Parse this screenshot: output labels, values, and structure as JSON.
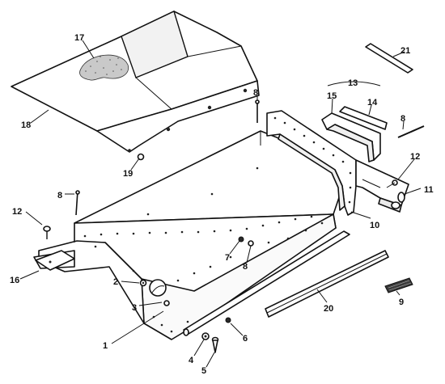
{
  "callouts": {
    "c1": "1",
    "c2": "2",
    "c3": "3",
    "c4": "4",
    "c5": "5",
    "c6": "6",
    "c7": "7",
    "c8a": "8",
    "c8b": "8",
    "c8c": "8",
    "c8d": "8",
    "c9": "9",
    "c10": "10",
    "c11": "11",
    "c12a": "12",
    "c12b": "12",
    "c13": "13",
    "c14": "14",
    "c15": "15",
    "c16": "16",
    "c17": "17",
    "c18": "18",
    "c19": "19",
    "c20": "20",
    "c21": "21"
  }
}
